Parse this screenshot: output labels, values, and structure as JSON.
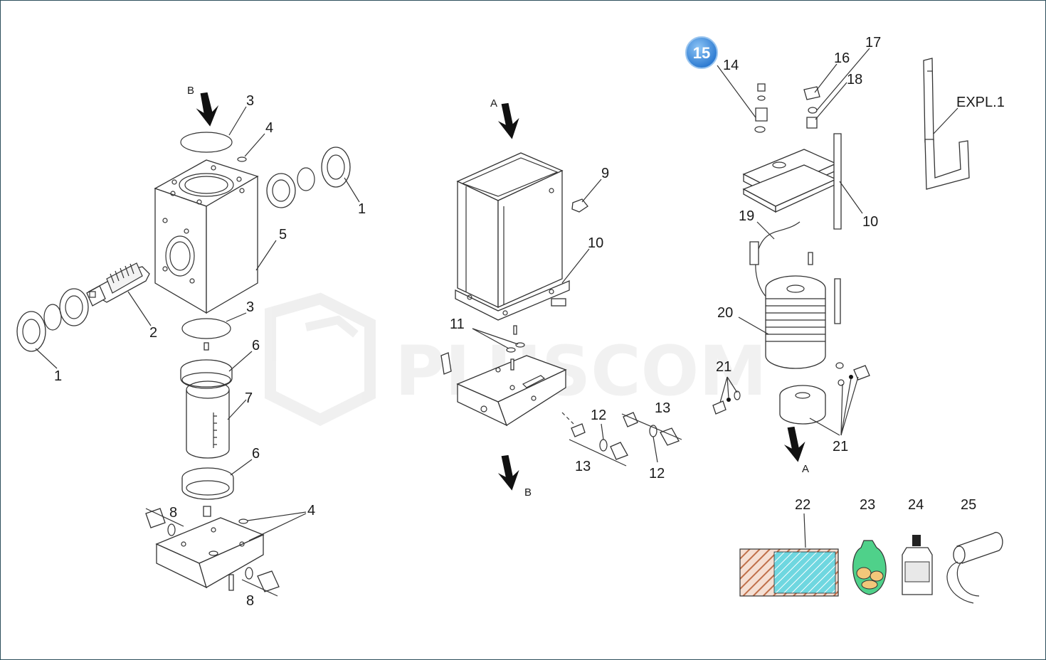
{
  "watermark": "PLUSCOM",
  "badge": "15",
  "labels": {
    "l1a": "1",
    "l1b": "1",
    "l2": "2",
    "l3a": "3",
    "l3b": "3",
    "l4a": "4",
    "l4b": "4",
    "l5": "5",
    "l6a": "6",
    "l6b": "6",
    "l7": "7",
    "l8a": "8",
    "l8b": "8",
    "l9": "9",
    "l10a": "10",
    "l10b": "10",
    "l11": "11",
    "l12a": "12",
    "l12b": "12",
    "l13a": "13",
    "l13b": "13",
    "l14": "14",
    "l16": "16",
    "l17": "17",
    "l18": "18",
    "l19": "19",
    "l20": "20",
    "l21a": "21",
    "l21b": "21",
    "l22": "22",
    "l23": "23",
    "l24": "24",
    "l25": "25",
    "expl": "EXPL.1"
  },
  "arrows": {
    "a1": "A",
    "a2": "A",
    "b1": "B",
    "b2": "B"
  },
  "colors": {
    "badge": "#3b8de0",
    "bag": "#4fd18a",
    "pad_hatch": "#c0704a",
    "pad_center": "#6fd7e0"
  }
}
